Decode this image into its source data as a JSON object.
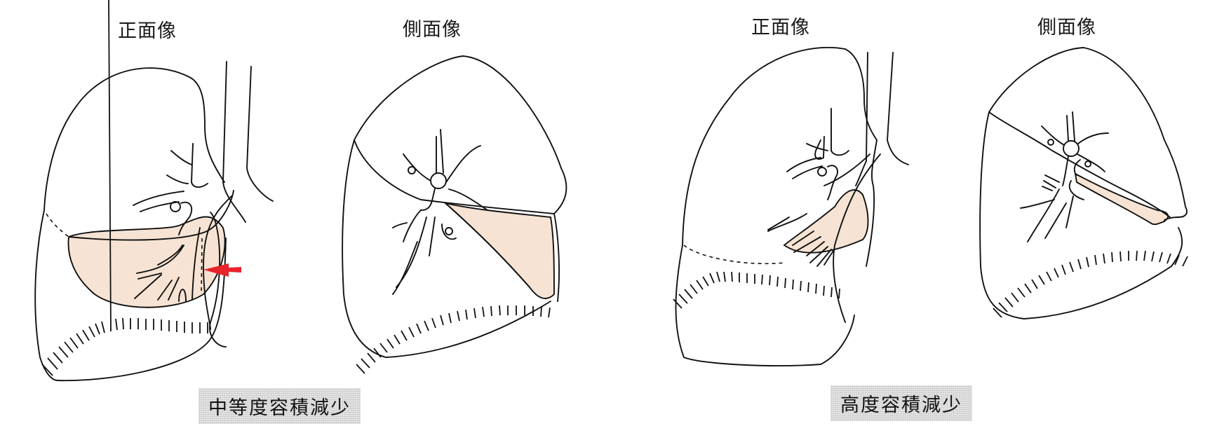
{
  "figure": {
    "panels": [
      {
        "group": "moderate",
        "view": "正面像",
        "view_en": "frontal view"
      },
      {
        "group": "moderate",
        "view": "側面像",
        "view_en": "lateral view"
      },
      {
        "group": "severe",
        "view": "正面像",
        "view_en": "frontal view"
      },
      {
        "group": "severe",
        "view": "側面像",
        "view_en": "lateral view"
      }
    ],
    "captions": {
      "moderate": "中等度容積減少",
      "severe": "高度容積減少"
    },
    "annotations": {
      "arrow": {
        "icon": "red-arrow-left-icon",
        "color": "#e8232a",
        "points_to": "moderate frontal collapsed lobe border"
      }
    },
    "colors": {
      "line": "#111111",
      "collapsed_lobe_fill": "#f6e3d3",
      "caption_bg": "#e4e4e4"
    }
  }
}
